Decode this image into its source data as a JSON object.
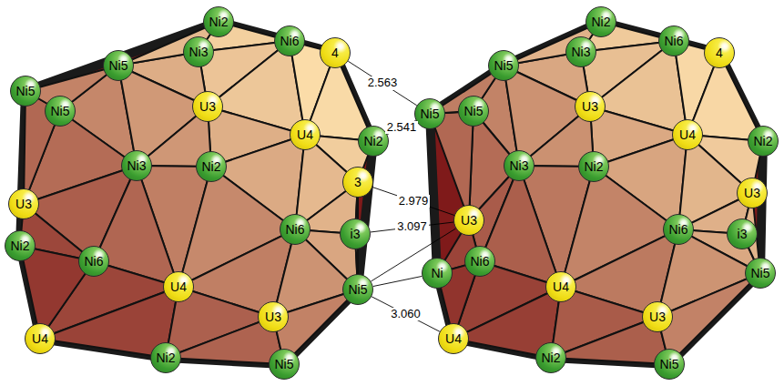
{
  "diagram": {
    "nodes": [
      {
        "text": [
          "Ni2"
        ]
      },
      {
        "text": [
          "Ni5"
        ]
      },
      {
        "text": [
          "Ni3"
        ]
      },
      {
        "text": [
          "Ni6"
        ]
      },
      {
        "text": [
          "4"
        ]
      },
      {
        "text": [
          "Ni5"
        ]
      },
      {
        "text": [
          "Ni5"
        ]
      },
      {
        "text": [
          "U3"
        ]
      },
      {
        "text": [
          "U4"
        ]
      },
      {
        "text": [
          "Ni2"
        ]
      },
      {
        "text": [
          "Ni3"
        ]
      },
      {
        "text": [
          "Ni2"
        ]
      },
      {
        "text": [
          "3"
        ]
      },
      {
        "text": [
          "U3"
        ]
      },
      {
        "text": [
          "Ni6"
        ]
      },
      {
        "text": [
          "i3"
        ]
      },
      {
        "text": [
          "Ni2"
        ]
      },
      {
        "text": [
          "Ni6"
        ]
      },
      {
        "text": [
          "U4"
        ]
      },
      {
        "text": [
          "Ni5"
        ]
      },
      {
        "text": [
          "U3"
        ]
      },
      {
        "text": [
          "U4"
        ]
      },
      {
        "text": [
          "Ni2"
        ]
      },
      {
        "text": [
          "Ni5"
        ]
      },
      {
        "text": [
          "Ni2"
        ]
      },
      {
        "text": [
          "Ni5"
        ]
      },
      {
        "text": [
          "Ni3"
        ]
      },
      {
        "text": [
          "Ni6"
        ]
      },
      {
        "text": [
          "4"
        ]
      },
      {
        "text": [
          "Ni5"
        ]
      },
      {
        "text": [
          "Ni5"
        ]
      },
      {
        "text": [
          "U3"
        ]
      },
      {
        "text": [
          "U4"
        ]
      },
      {
        "text": [
          "Ni2"
        ]
      },
      {
        "text": [
          "Ni3"
        ]
      },
      {
        "text": [
          "Ni2"
        ]
      },
      {
        "text": [
          "U3"
        ]
      },
      {
        "text": [
          "U3"
        ]
      },
      {
        "text": [
          "Ni6"
        ]
      },
      {
        "text": [
          "i3"
        ]
      },
      {
        "text": [
          "Ni"
        ]
      },
      {
        "text": [
          "Ni6"
        ]
      },
      {
        "text": [
          "U4"
        ]
      },
      {
        "text": [
          "Ni5"
        ]
      },
      {
        "text": [
          "U3"
        ]
      },
      {
        "text": [
          "U4"
        ]
      },
      {
        "text": [
          "Ni2"
        ]
      },
      {
        "text": [
          "Ni5"
        ]
      }
    ],
    "edges": [
      {
        "from": 4,
        "to": 29,
        "arrow": "none",
        "label": "2.563"
      },
      {
        "from": 9,
        "to": 29,
        "arrow": "none",
        "label": "2.541"
      },
      {
        "from": 12,
        "to": 37,
        "arrow": "none",
        "label": "2.979"
      },
      {
        "from": 15,
        "to": 37,
        "arrow": "none",
        "label": "3.097"
      },
      {
        "from": 19,
        "to": 37,
        "arrow": "none"
      },
      {
        "from": 19,
        "to": 40,
        "arrow": "none"
      },
      {
        "from": 19,
        "to": 45,
        "arrow": "none",
        "label": "3.060"
      }
    ]
  }
}
